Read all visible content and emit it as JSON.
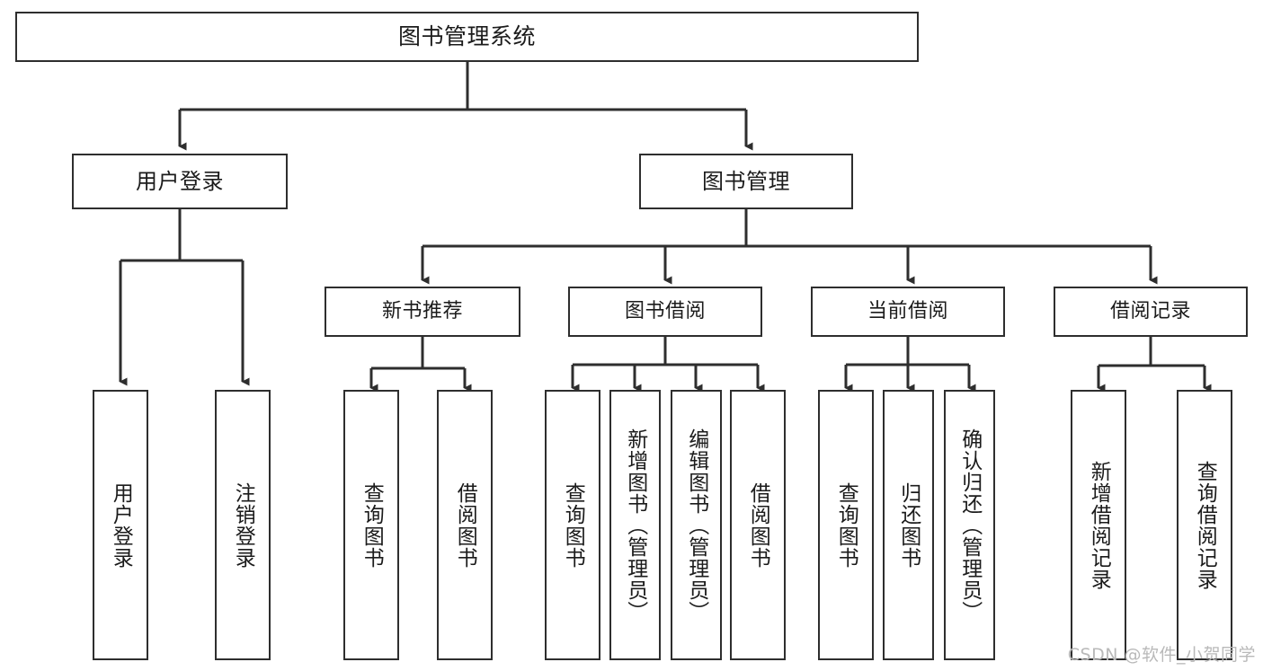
{
  "diagram": {
    "title": "图书管理系统",
    "watermark": "CSDN @软件_小贺同学",
    "colors": {
      "box_border": "#2e2e2e",
      "box_fill": "#ffffff",
      "wire": "#2e2e2e",
      "text": "#1b1b1b",
      "watermark": "#b9b9b9",
      "background": "#ffffff"
    },
    "root": {
      "label": "图书管理系统"
    },
    "level2": [
      {
        "label": "用户登录"
      },
      {
        "label": "图书管理"
      }
    ],
    "level3": [
      {
        "label": "新书推荐"
      },
      {
        "label": "图书借阅"
      },
      {
        "label": "当前借阅"
      },
      {
        "label": "借阅记录"
      }
    ],
    "leaves": {
      "user_login": [
        {
          "label": "用户登录"
        },
        {
          "label": "注销登录"
        }
      ],
      "new_book_recommend": [
        {
          "label": "查询图书"
        },
        {
          "label": "借阅图书"
        }
      ],
      "book_borrow": [
        {
          "label": "查询图书"
        },
        {
          "label": "新增图书（管理员）"
        },
        {
          "label": "编辑图书（管理员）"
        },
        {
          "label": "借阅图书"
        }
      ],
      "current_borrow": [
        {
          "label": "查询图书"
        },
        {
          "label": "归还图书"
        },
        {
          "label": "确认归还（管理员）"
        }
      ],
      "borrow_record": [
        {
          "label": "新增借阅记录"
        },
        {
          "label": "查询借阅记录"
        }
      ]
    }
  }
}
